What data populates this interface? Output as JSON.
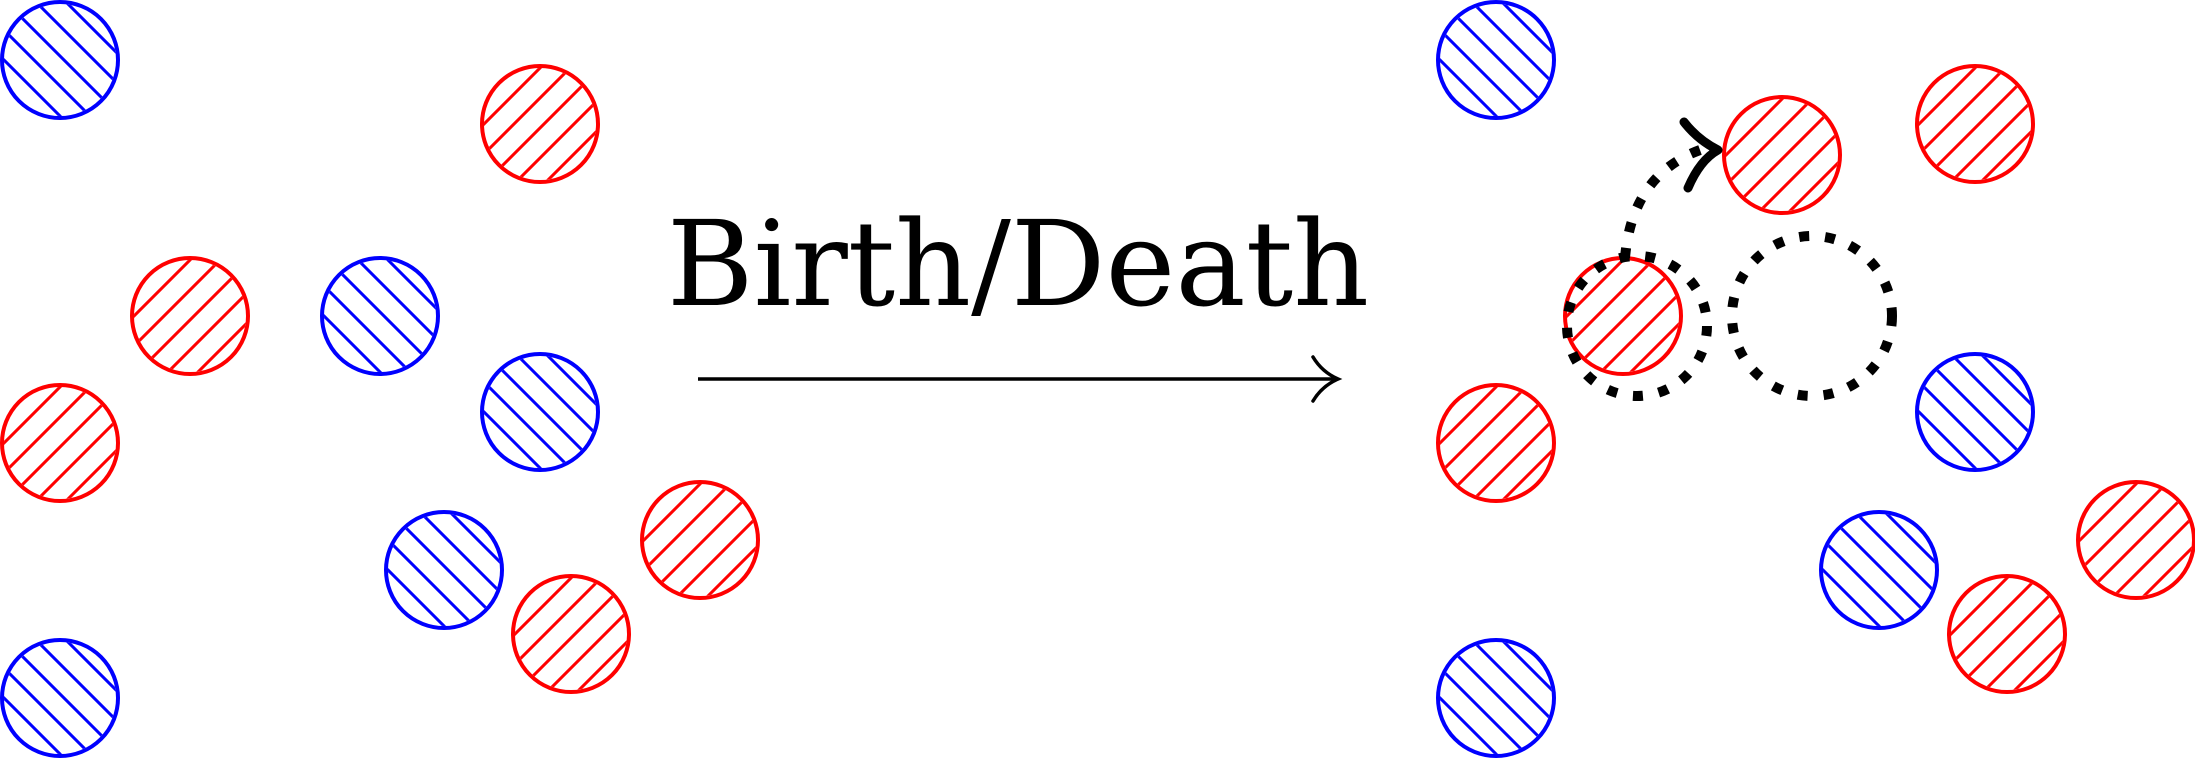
{
  "diagram": {
    "label": "Birth/Death",
    "colors": {
      "red": "#ff0000",
      "blue": "#0000ff",
      "black": "#000000"
    },
    "left_panel": {
      "particles": [
        "blue",
        "red",
        "red",
        "blue",
        "red",
        "blue",
        "blue",
        "red",
        "red",
        "blue"
      ]
    },
    "right_panel": {
      "particles": [
        "blue",
        "red",
        "red",
        "red",
        "red",
        "blue",
        "blue",
        "red",
        "red",
        "blue"
      ],
      "events": [
        "birth-marker",
        "death-marker",
        "move-arrow"
      ]
    }
  }
}
